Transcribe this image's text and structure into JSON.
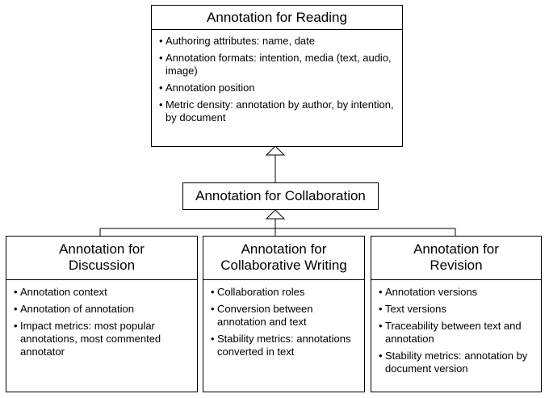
{
  "reading": {
    "title": "Annotation for Reading",
    "items": [
      "Authoring attributes: name, date",
      "Annotation formats: intention, media (text, audio, image)",
      "Annotation position",
      "Metric density: annotation by author, by intention, by document"
    ]
  },
  "collaboration": {
    "title": "Annotation for Collaboration"
  },
  "discussion": {
    "title_line1": "Annotation for",
    "title_line2": "Discussion",
    "items": [
      "Annotation context",
      "Annotation of annotation",
      "Impact metrics: most popular annotations, most commented annotator"
    ]
  },
  "writing": {
    "title_line1": "Annotation for",
    "title_line2": "Collaborative Writing",
    "items": [
      "Collaboration roles",
      "Conversion between annotation and text",
      "Stability metrics: annotations converted in text"
    ]
  },
  "revision": {
    "title_line1": "Annotation for",
    "title_line2": "Revision",
    "items": [
      "Annotation versions",
      "Text versions",
      "Traceability between text and annotation",
      "Stability metrics: annotation by document version"
    ]
  }
}
